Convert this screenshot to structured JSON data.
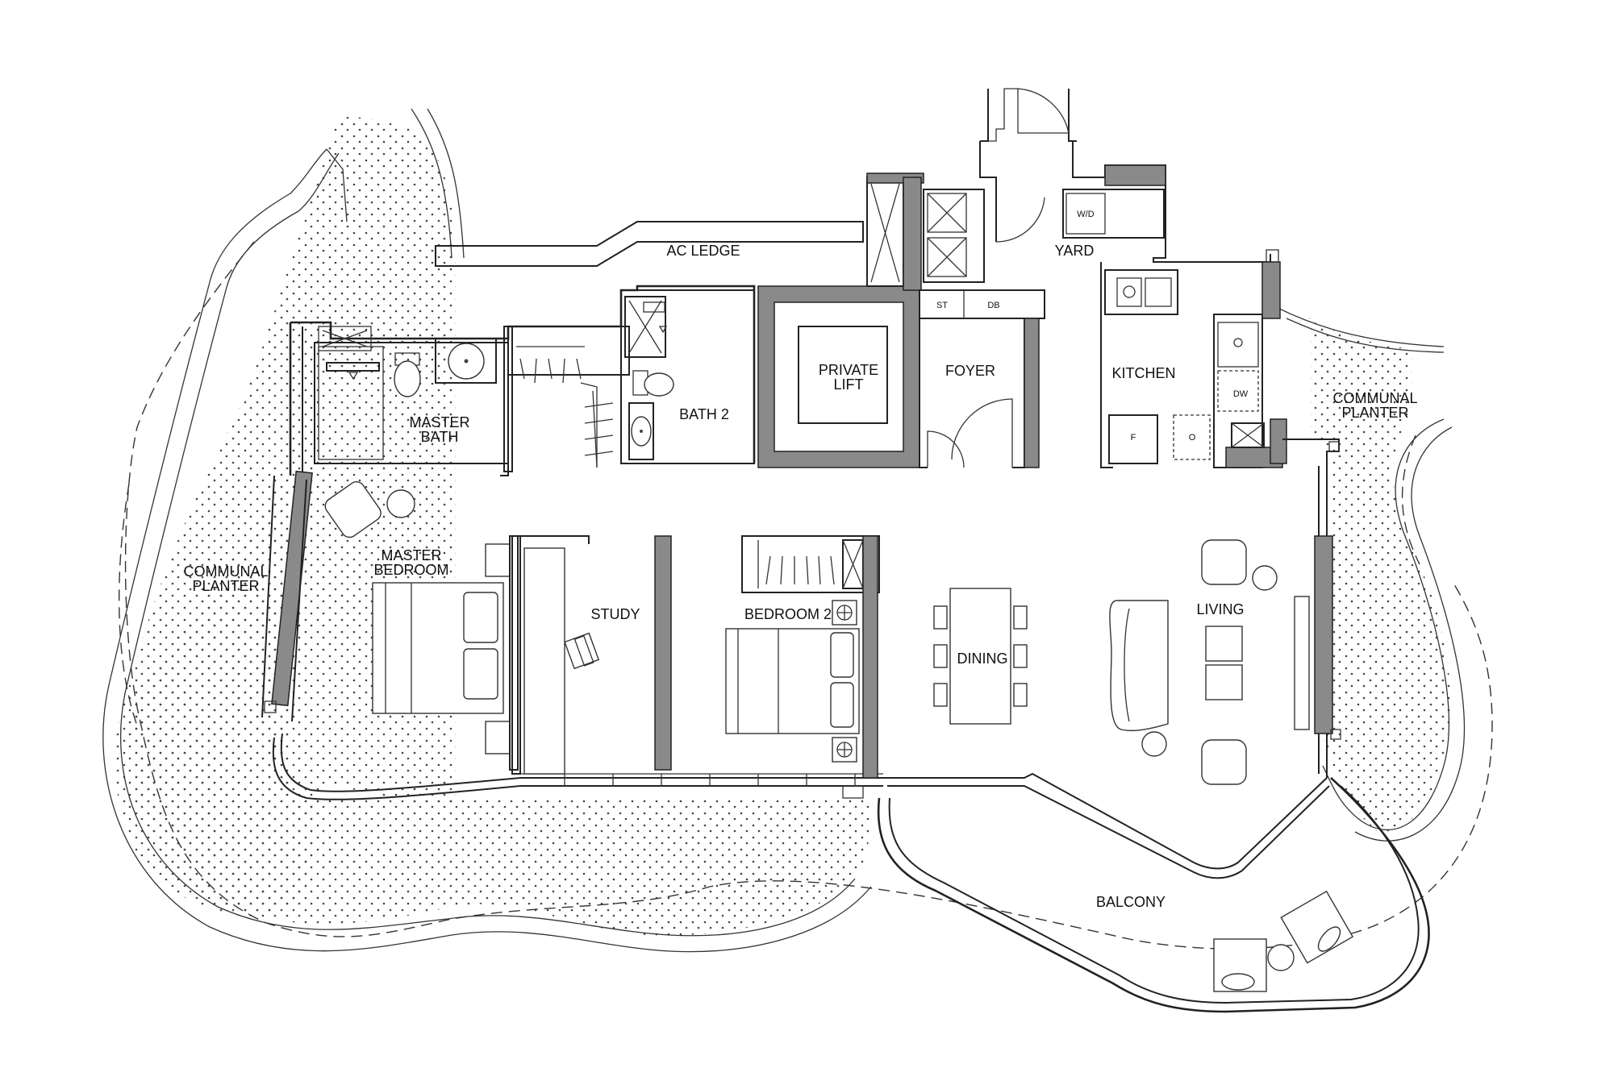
{
  "rooms": {
    "ac_ledge": "AC LEDGE",
    "yard": "YARD",
    "wd": "W/D",
    "st": "ST",
    "db": "DB",
    "private_lift_1": "PRIVATE",
    "private_lift_2": "LIFT",
    "foyer": "FOYER",
    "kitchen": "KITCHEN",
    "dw": "DW",
    "fridge": "F",
    "oven": "O",
    "communal_planter_right_1": "COMMUNAL",
    "communal_planter_right_2": "PLANTER",
    "master_bath_1": "MASTER",
    "master_bath_2": "BATH",
    "bath_2": "BATH 2",
    "master_bedroom_1": "MASTER",
    "master_bedroom_2": "BEDROOM",
    "communal_planter_left_1": "COMMUNAL",
    "communal_planter_left_2": "PLANTER",
    "study": "STUDY",
    "bedroom_2": "BEDROOM 2",
    "dining": "DINING",
    "living": "LIVING",
    "balcony": "BALCONY"
  },
  "colors": {
    "wall_fill": "#8a8a8a",
    "line": "#222222",
    "background": "#ffffff"
  }
}
